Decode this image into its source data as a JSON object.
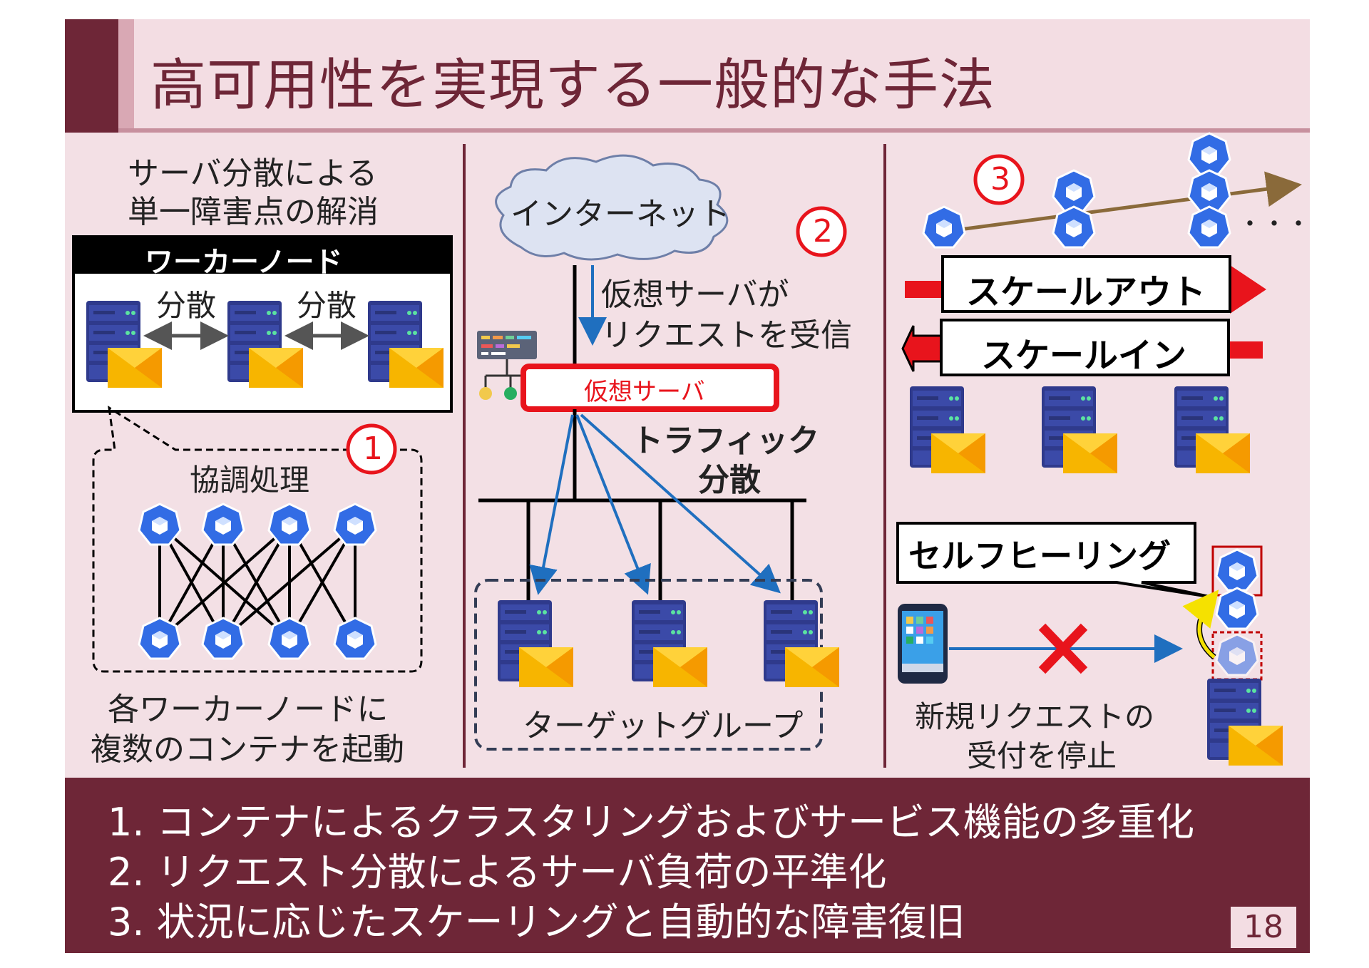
{
  "title": "高可用性を実現する一般的な手法",
  "col1": {
    "heading_line1": "サーバ分散による",
    "heading_line2": "単一障害点の解消",
    "worker_node_label": "ワーカーノード",
    "distribute_label_1": "分散",
    "distribute_label_2": "分散",
    "coop_label": "協調処理",
    "step_number": "1",
    "caption_line1": "各ワーカーノードに",
    "caption_line2": "複数のコンテナを起動"
  },
  "col2": {
    "internet_label": "インターネット",
    "step_number": "2",
    "receive_line1": "仮想サーバが",
    "receive_line2": "リクエストを受信",
    "virtual_server_label": "仮想サーバ",
    "traffic_line1": "トラフィック",
    "traffic_line2": "分散",
    "target_group_label": "ターゲットグループ"
  },
  "col3": {
    "step_number": "3",
    "ellipsis": "・・・",
    "scale_out_label": "スケールアウト",
    "scale_in_label": "スケールイン",
    "self_healing_label": "セルフヒーリング",
    "stop_line1": "新規リクエストの",
    "stop_line2": "受付を停止"
  },
  "footer": {
    "items": [
      "1. コンテナによるクラスタリングおよびサービス機能の多重化",
      "2. リクエスト分散によるサーバ負荷の平準化",
      "3. 状況に応じたスケーリングと自動的な障害復旧"
    ],
    "page_number": "18"
  },
  "colors": {
    "maroon": "#6e2637",
    "slide_bg": "#f3e0e5",
    "accent_red": "#e8141c",
    "k8s_blue": "#326ce5",
    "link_blue": "#1f6fbf"
  }
}
